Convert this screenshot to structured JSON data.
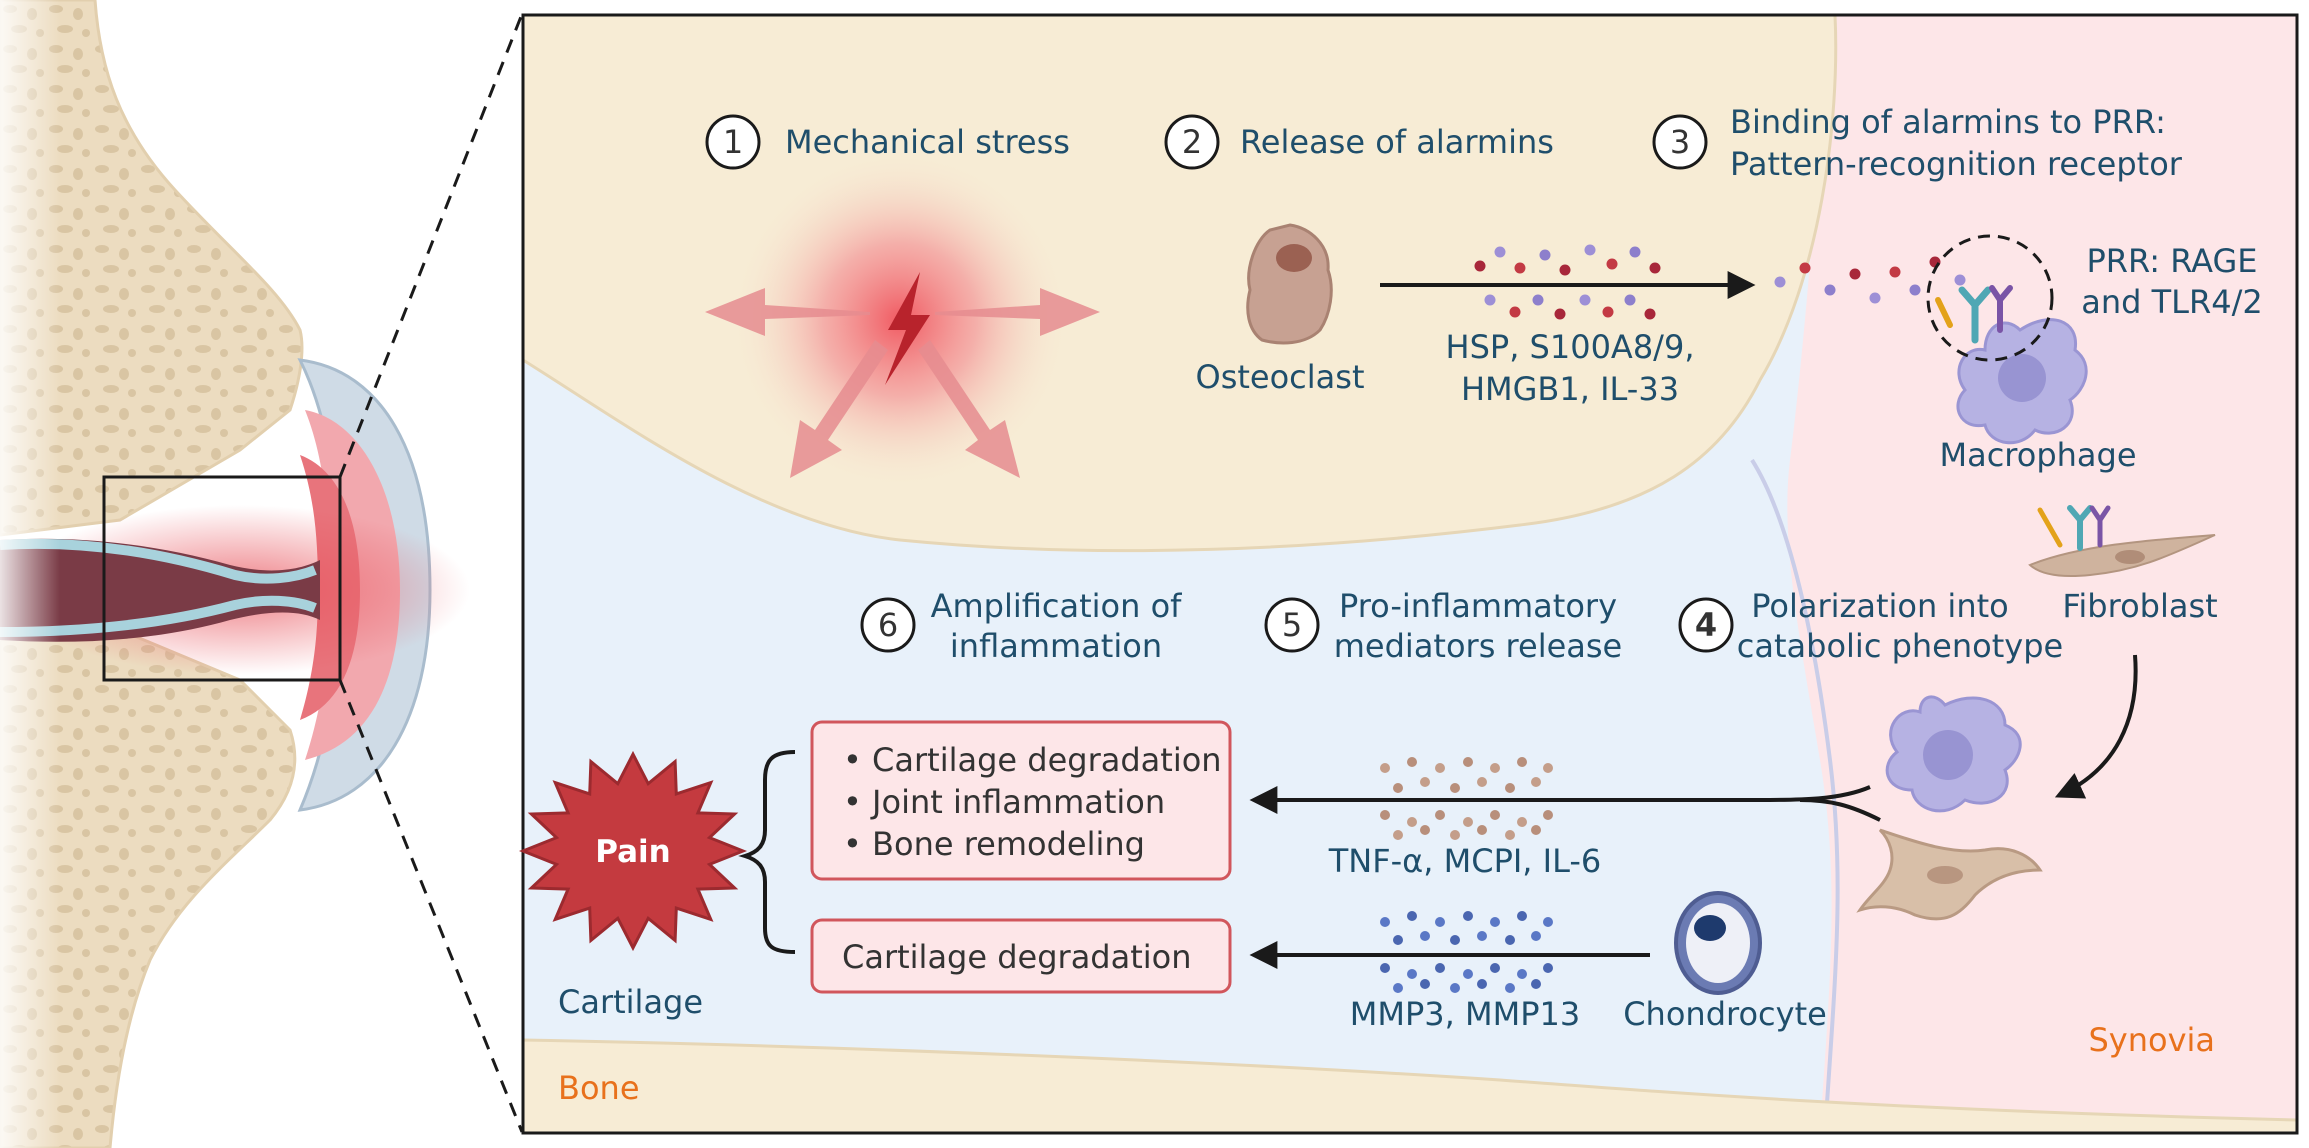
{
  "steps": [
    {
      "number": "1",
      "label_lines": [
        "Mechanical stress"
      ]
    },
    {
      "number": "2",
      "label_lines": [
        "Release of alarmins"
      ]
    },
    {
      "number": "3",
      "label_lines": [
        "Binding of alarmins to PRR:",
        "Pattern-recognition receptor"
      ]
    },
    {
      "number": "4",
      "label_lines": [
        "Polarization into",
        "catabolic phenotype"
      ]
    },
    {
      "number": "5",
      "label_lines": [
        "Pro-inflammatory",
        "mediators release"
      ]
    },
    {
      "number": "6",
      "label_lines": [
        "Amplification of",
        "inflammation"
      ]
    }
  ],
  "cells": {
    "osteoclast": "Osteoclast",
    "macrophage": "Macrophage",
    "fibroblast": "Fibroblast",
    "chondrocyte": "Chondrocyte"
  },
  "alarmins": [
    "HSP, S100A8/9,",
    "HMGB1, IL-33"
  ],
  "prr": [
    "PRR: RAGE",
    "and TLR4/2"
  ],
  "mediators": {
    "cytokines": "TNF-α, MCPI, IL-6",
    "mmps": "MMP3, MMP13"
  },
  "effects_box": [
    "• Cartilage degradation",
    "• Joint inflammation",
    "• Bone remodeling"
  ],
  "effect_box_2": "Cartilage degradation",
  "pain": "Pain",
  "regions": {
    "cartilage": "Cartilage",
    "bone": "Bone",
    "synovia": "Synovia"
  },
  "colors": {
    "label_text": "#1f4e6b",
    "region_label": "#e8711c",
    "bone_fill": "#f7ecd5",
    "cartilage_fill": "#e8f1fa",
    "synovia_fill": "#fde6e8",
    "pain_fill": "#c43a3f",
    "box_border": "#d1565c"
  }
}
